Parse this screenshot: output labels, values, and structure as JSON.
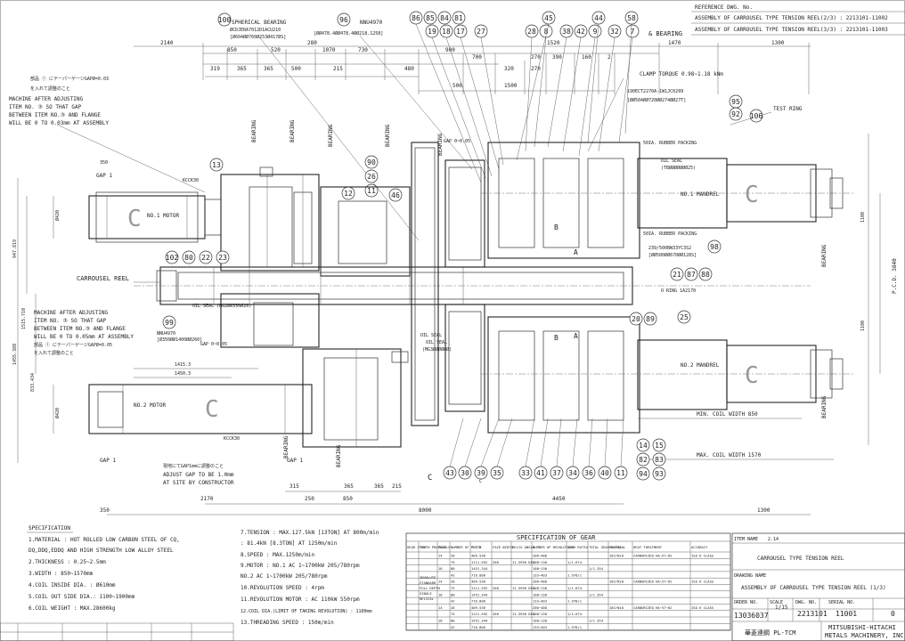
{
  "reference": {
    "heading": "REFERENCE DWG. No.",
    "lines": [
      "ASSEMBLY OF CARROUSEL TYPE TENSION REEL(2/3) : 2213101-11002",
      "ASSEMBLY OF CARROUSEL TYPE TENSION REEL(3/3) : 2213101-11003"
    ]
  },
  "top_notes": {
    "spherical_bearing": "SPHERICAL BEARING",
    "spherical_bearing_spec": "ØCDJERA7012D1ACU210",
    "spherical_bearing_dims": "[Ø604ØØ760Ø253Ø417ØS]",
    "bearing_96": "NNU4970",
    "bearing_96_dims": "[ØØ478.4ØØ478.4ØØ218.1258]",
    "and_bearing": "& BEARING",
    "clamp_torque": "CLAMP TORQUE 0.98~1.18 kNm",
    "bearing_spec_right": "190ECT2270A-1W1JC0209",
    "bearing_dims_right": "[ØØ504ØØ720ØØ274ØØ27T]",
    "test_ring": "TEST RING",
    "adjust_note_jp": "部品 ① にテーパーゲージGAPØ=0.03",
    "adjust_note_jp2": "を入れて調整のこと",
    "adjust_note_en": [
      "MACHINE AFTER ADJUSTING",
      "ITEM NO. ③ SO THAT GAP",
      "BETWEEN ITEM NO.③ AND FLANGE",
      "WILL BE 0 TO 0.03mm AT ASSEMBLY"
    ]
  },
  "top_dims": [
    "2140",
    "850",
    "520",
    "280",
    "1070",
    "730",
    "480",
    "900",
    "500",
    "700",
    "320",
    "270",
    "390",
    "160",
    "2",
    "1470",
    "1300",
    "319",
    "365",
    "365",
    "500",
    "215",
    "1520",
    "1500",
    "270"
  ],
  "labels": {
    "no1_motor": "NO.1 MOTOR",
    "no2_motor": "NO.2 MOTOR",
    "no1_mandrel": "NO.1 MANDREL",
    "no2_mandrel": "NO.2 MANDREL",
    "carrousel_reel": "CARROUSEL REEL",
    "gap1": "GAP 1",
    "gap2": "GAP 1",
    "gap3": "GAP 1",
    "gap_small": "GAP 0~0.05",
    "gap_top": "GAP 0~0.05",
    "oil_seal": "OIL SEAL (MG2ØØ350Ø20)",
    "oil_seal2": "OIL SEAL",
    "oil_seal_right": "OIL SEAL",
    "oil_seal_right_spec": "(TBØØØØØØØ25)",
    "oil_seal_bot": "OIL SEAL",
    "oil_seal_bot_spec": "(MG3ØØØØØØ)",
    "rubber_packing1": "50IA. RUBBER PACKING",
    "rubber_packing2": "50IA. RUBBER PACKING",
    "bearing_98": "239/500BW33YC3S2",
    "bearing_98_dims": "[ØØ500ØØ670ØØ128S]",
    "o_ring": "O RING 1A2170",
    "bearing_99": "NNU4970",
    "bearing_99_dims": "[Ø350ØØ1400ØØ260]",
    "min_coil_width": "MIN. COIL WIDTH 850",
    "max_coil_width": "MAX. COIL WIDTH 1570",
    "coupling": "KCCK30",
    "coupling2": "KCCK30",
    "adjust_note_left": [
      "MACHINE AFTER ADJUSTING",
      "ITEM NO. ③ SO THAT GAP",
      "BETWEEN ITEM NO.③ AND FLANGE",
      "WILL BE 0 TO 0.05mm AT ASSEMBLY"
    ],
    "adjust_note_left_jp": "部品 ① にテーパーゲージGAPØ=0.05",
    "adjust_note_left_jp2": "を入れて調整のこと",
    "adjust_note_bottom_jp": "現地にてGAP1mmに調整のこと",
    "adjust_note_bottom": [
      "ADJUST GAP TO BE 1.0mm",
      "AT SITE BY CONSTRUCTOR"
    ],
    "view_b": "B",
    "view_a": "A",
    "view_b2": "B",
    "view_a2": "A",
    "view_c": "C",
    "view_c2": "C",
    "pcd": "P.C.D. 3840",
    "bearing_left": "BEARING",
    "bearing_left2": "BEARING",
    "bearing_top": "BEARING",
    "bearing_top2": "BEARING",
    "bearing_mid": "BEARING",
    "bearing_bot": "BEARING",
    "bearing_bot2": "BEARING",
    "bearing_right": "BEARING",
    "bearing_right2": "BEARING"
  },
  "left_dims": [
    "350",
    "Ø420",
    "947.819",
    "1515.710",
    "1455.380",
    "833.434",
    "Ø420"
  ],
  "bottom_dims": [
    "315",
    "250",
    "365",
    "365",
    "215",
    "850",
    "4450",
    "1300",
    "2170",
    "8000",
    "350",
    "1415.3",
    "1450.3"
  ],
  "right_dims": [
    "1100",
    "1100",
    "P.C.D. 3840"
  ],
  "bubbles": [
    "100",
    "96",
    "86",
    "85",
    "84",
    "81",
    "19",
    "18",
    "17",
    "27",
    "45",
    "28",
    "8",
    "38",
    "42",
    "44",
    "9",
    "32",
    "58",
    "7",
    "95",
    "92",
    "106",
    "13",
    "90",
    "26",
    "11",
    "46",
    "12",
    "102",
    "80",
    "22",
    "23",
    "99",
    "98",
    "21",
    "87",
    "88",
    "20",
    "89",
    "25",
    "43",
    "30",
    "39",
    "35",
    "33",
    "41",
    "37",
    "34",
    "36",
    "40",
    "11",
    "14",
    "15",
    "82",
    "83",
    "94",
    "93"
  ],
  "specification": {
    "title": "SPECIFICATION",
    "items": [
      "1.MATERIAL   : HOT ROLLED LOW CARBON STEEL OF CQ,",
      "              DQ,DDQ,EDDQ AND HIGH STRENGTH LOW ALLOY STEEL",
      "2.THICKNESS  : 0.25~2.5mm",
      "3.WIDTH      : 850~1570mm",
      "4.COIL INSIDE DIA. : Ø610mm",
      "5.COIL OUT SIDE DIA.: 1100~1900mm",
      "6.COIL WEIGHT : MAX.28600kg"
    ],
    "items2": [
      "7.TENSION       : MAX.127.5kN [13TON] AT 800m/min",
      "                  : 81.4kN [8.3TON] AT 1250m/min",
      "8.SPEED : MAX.1250m/min",
      "9.MOTOR : NO.1 AC 1~1700kW 205/780rpm",
      "          NO.2 AC 1~1700kW 205/780rpm",
      "10.REVOLUTION SPEED  : 4rpm",
      "11.REVOLUTION MOTOR  : AC 110kW 550rpm",
      "12.COIL DIA.(LIMIT OF TAKING REVOLUTION) : 1100mm",
      "13.THREADING SPEED   : 150m/min"
    ]
  },
  "gear_table": {
    "title": "SPECIFICATION OF GEAR",
    "headers": [
      "GEAR ITEM",
      "TOOTH PROFILE",
      "MODULE",
      "NUMBER OF TEETH",
      "P.C.D",
      "FACE WIDTH",
      "HELIX ANGLE",
      "NUMBER OF REVOLUTION",
      "GEAR RATIO",
      "TOTAL GEAR RATIO",
      "MATERIAL",
      "HEAT TREATMENT",
      "ACCURACY"
    ],
    "profile": [
      "INVOLUTE",
      "STANDARD",
      "FULL DEPTH",
      "SINGLE",
      "HELICAL"
    ],
    "rows": [
      [
        "",
        "",
        "14",
        "28",
        "409.536",
        "",
        "",
        "206~480",
        "",
        "",
        "18CrNi8",
        "CARBURIZED HA~57~62",
        "ISO 6 CLASS"
      ],
      [
        "",
        "",
        "",
        "75",
        "1111.592",
        "260",
        "11.5936 DEG.",
        "108~130",
        "1/1.674",
        "",
        "",
        "",
        ""
      ],
      [
        "",
        "",
        "18",
        "80",
        "1451.344",
        "",
        "",
        "108~130",
        "",
        "1/1.354",
        "",
        "",
        ""
      ],
      [
        "",
        "",
        "",
        "42",
        "716.806",
        "",
        "",
        "133~403",
        "1.978/1",
        "",
        "",
        "",
        ""
      ],
      [
        "",
        "",
        "14",
        "28",
        "409.536",
        "",
        "",
        "206~480",
        "",
        "",
        "18CrNi8",
        "CARBURIZED HA~57~62",
        "ISO 6 CLASS"
      ],
      [
        "",
        "",
        "",
        "75",
        "1111.592",
        "260",
        "11.5936 DEG.",
        "108~130",
        "1/1.674",
        "",
        "",
        "",
        ""
      ],
      [
        "",
        "",
        "18",
        "80",
        "1451.344",
        "",
        "",
        "108~130",
        "",
        "1/1.354",
        "",
        "",
        ""
      ],
      [
        "",
        "",
        "",
        "42",
        "716.806",
        "",
        "",
        "133~403",
        "1.978/1",
        "",
        "",
        "",
        ""
      ],
      [
        "",
        "",
        "14",
        "28",
        "409.536",
        "",
        "",
        "206~480",
        "",
        "",
        "18CrNi8",
        "CARBURIZED HA~57~62",
        "ISO 6 CLASS"
      ],
      [
        "",
        "",
        "",
        "75",
        "1111.592",
        "260",
        "11.5936 DEG.",
        "108~130",
        "1/1.674",
        "",
        "",
        "",
        ""
      ],
      [
        "",
        "",
        "18",
        "80",
        "1451.344",
        "",
        "",
        "108~130",
        "",
        "1/1.354",
        "",
        "",
        ""
      ],
      [
        "",
        "",
        "",
        "42",
        "716.806",
        "",
        "",
        "133~403",
        "1.978/1",
        "",
        "",
        "",
        ""
      ]
    ]
  },
  "title_block": {
    "item_name_label": "ITEM NAME",
    "item_no": "2.14",
    "item_name": "CARROUSEL TYPE TENSION REEL",
    "drawing_name_label": "DRAWING NAME",
    "drawing_name": "ASSEMBLY OF CARROUSEL TYPE TENSION REEL (1/3)",
    "scale_label": "SCALE",
    "scale": "1/15",
    "dwg_no_label": "DWG. NO.",
    "dwg_no": "2213101",
    "serial_label": "SERIAL NO.",
    "serial": "11001",
    "rev": "0",
    "order_no_label": "ORDER NO.",
    "order_no": "13036037",
    "customer": "華菱連鋼 PL-TCM",
    "maker_line1": "MITSUBISHI-HITACHI",
    "maker_line2": "METALS MACHINERY, INC."
  },
  "colors": {
    "line": "#333333",
    "paper": "#ffffff",
    "text": "#222222"
  }
}
